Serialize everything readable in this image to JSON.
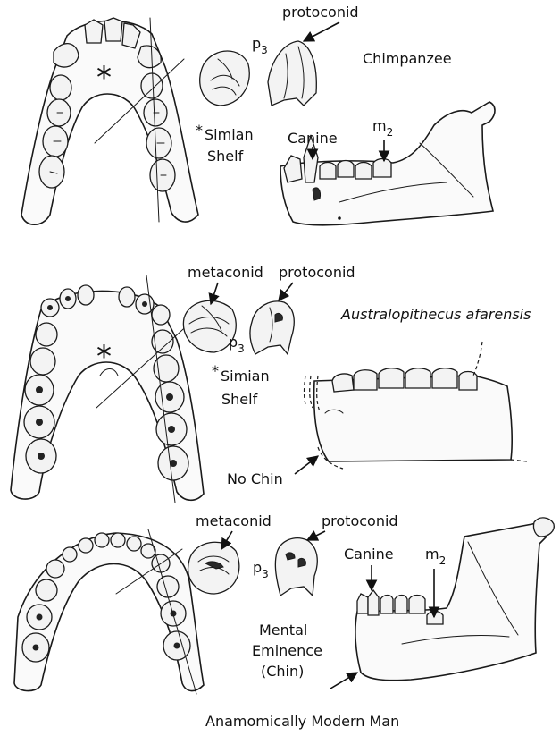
{
  "panels": [
    {
      "species": "Chimpanzee",
      "occlusal_mark": "*",
      "shelf_label_line1": "Simian",
      "shelf_label_line2": "Shelf",
      "shelf_asterisk": "*",
      "tooth_label": "p",
      "tooth_subscript": "3",
      "cusp_label_1": "protoconid",
      "canine_label": "Canine",
      "molar_label": "m",
      "molar_subscript": "2"
    },
    {
      "species": "Australopithecus afarensis",
      "occlusal_mark": "*",
      "shelf_label_line1": "Simian",
      "shelf_label_line2": "Shelf",
      "shelf_asterisk": "*",
      "tooth_label": "p",
      "tooth_subscript": "3",
      "cusp_label_1": "metaconid",
      "cusp_label_2": "protoconid",
      "chin_label": "No Chin"
    },
    {
      "species": "Anamomically Modern Man",
      "tooth_label": "p",
      "tooth_subscript": "3",
      "cusp_label_1": "metaconid",
      "cusp_label_2": "protoconid",
      "canine_label": "Canine",
      "molar_label": "m",
      "molar_subscript": "2",
      "chin_label_line1": "Mental",
      "chin_label_line2": "Eminence",
      "chin_label_line3": "(Chin)"
    }
  ]
}
